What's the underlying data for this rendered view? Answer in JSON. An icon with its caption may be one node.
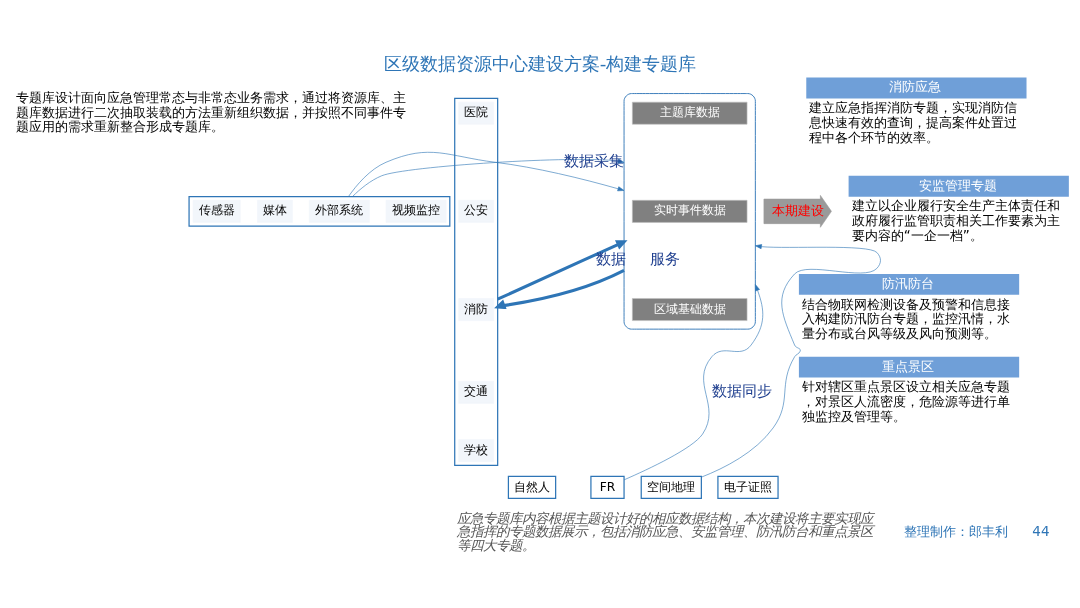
{
  "diagram": {
    "title": "区级数据资源中心建设方案-构建专题库",
    "caption": "应急专题库内容根据主题设计好的相应数据结构，本次建设将主要实现应急指挥的专题数据展示，包括消防应急、安监管理、防汛防台和重点景区等四大专题。",
    "nodes": [
      {
        "text": [],
        "shape": "box"
      },
      {
        "text": [
          "传感器"
        ],
        "in": 0
      },
      {
        "text": [
          "媒体"
        ],
        "in": 0
      },
      {
        "text": [
          "外部系统"
        ],
        "in": 0
      },
      {
        "text": [
          "视频监控"
        ],
        "in": 0
      },
      {
        "text": [],
        "shape": "box"
      },
      {
        "text": [
          "医院"
        ],
        "in": 5
      },
      {
        "text": [
          "公安"
        ],
        "in": 5
      },
      {
        "text": [
          "消防"
        ],
        "in": 5
      },
      {
        "text": [
          "交通"
        ],
        "in": 5
      },
      {
        "text": [
          "学校"
        ],
        "in": 5
      },
      {
        "text": [],
        "shape": "cylinder"
      },
      {
        "text": [
          "主题库数据"
        ],
        "in": 11
      },
      {
        "text": [
          "实时事件数据"
        ],
        "in": 11
      },
      {
        "text": [
          "区域基础数据"
        ],
        "in": 11
      },
      {
        "text": [
          "自然人"
        ]
      },
      {
        "text": [
          "FR"
        ]
      },
      {
        "text": [
          "空间地理"
        ]
      },
      {
        "text": [
          "电子证照"
        ]
      },
      {
        "text": [
          "本期建设"
        ]
      },
      {
        "text": [
          "消防应急",
          "建立应急指挥消防专题，实现消防信息快速有效的查询，提高案件处置过程中各个环节的效率。"
        ]
      },
      {
        "text": [
          "安监管理专题",
          "建立以企业履行安全生产主体责任和政府履行监管职责相关工作要素为主要内容的“一企一档”。"
        ]
      },
      {
        "text": [
          "防汛防台",
          "结合物联网检测设备及预警和信息接入构建防汛防台专题，监控汛情，水量分布或台风等级及风向预测等。"
        ]
      },
      {
        "text": [
          "重点景区",
          "针对辖区重点景区设立相关应急专题，对景区人流密度，危险源等进行单独监控及管理等。"
        ]
      }
    ],
    "edges": [
      {
        "from": 0,
        "to": 11,
        "arrow": "to",
        "label": "数据采集"
      },
      {
        "from": 0,
        "to": 11,
        "arrow": "to"
      },
      {
        "from": 5,
        "to": 11,
        "arrow": "to",
        "label": "数据",
        "style": "thick"
      },
      {
        "from": 11,
        "to": 5,
        "arrow": "to",
        "label": "服务",
        "style": "thick"
      },
      {
        "from": 16,
        "to": 11,
        "arrow": "to",
        "label": "数据同步"
      },
      {
        "from": 17,
        "to": 11,
        "arrow": "to"
      }
    ],
    "labels": [
      "专题库设计面向应急管理常态与非常态业务需求，通过将资源库、主题库数据进行二次抽取装载的方法重新组织数据，并按照不同事件专题应用的需求重新整合形成专题库。",
      "整理制作：郎丰利",
      "44"
    ]
  }
}
